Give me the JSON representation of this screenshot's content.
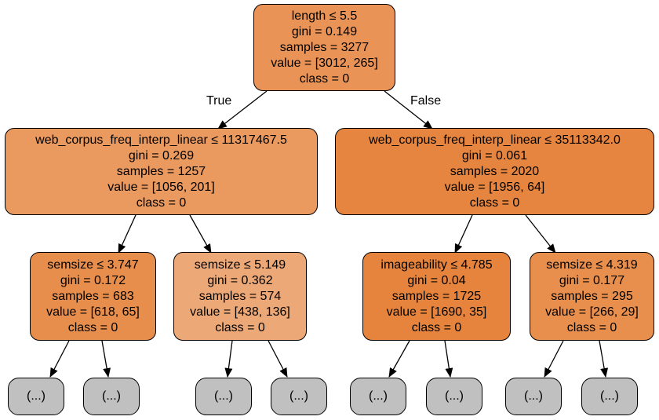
{
  "nodes": {
    "root": {
      "lines": [
        "length ≤ 5.5",
        "gini = 0.149",
        "samples = 3277",
        "value = [3012, 265]",
        "class = 0"
      ],
      "fill": "#e99356"
    },
    "left": {
      "lines": [
        "web_corpus_freq_interp_linear ≤ 11317467.5",
        "gini = 0.269",
        "samples = 1257",
        "value = [1056, 201]",
        "class = 0"
      ],
      "fill": "#ea995f"
    },
    "right": {
      "lines": [
        "web_corpus_freq_interp_linear ≤ 35113342.0",
        "gini = 0.061",
        "samples = 2020",
        "value = [1956, 64]",
        "class = 0"
      ],
      "fill": "#e6853f"
    },
    "ll": {
      "lines": [
        "semsize ≤ 3.747",
        "gini = 0.172",
        "samples = 683",
        "value = [618, 65]",
        "class = 0"
      ],
      "fill": "#e88e4d"
    },
    "lr": {
      "lines": [
        "semsize ≤ 5.149",
        "gini = 0.362",
        "samples = 574",
        "value = [438, 136]",
        "class = 0"
      ],
      "fill": "#eda877"
    },
    "rl": {
      "lines": [
        "imageability ≤ 4.785",
        "gini = 0.04",
        "samples = 1725",
        "value = [1690, 35]",
        "class = 0"
      ],
      "fill": "#e6843d"
    },
    "rr": {
      "lines": [
        "semsize ≤ 4.319",
        "gini = 0.177",
        "samples = 295",
        "value = [266, 29]",
        "class = 0"
      ],
      "fill": "#e88f4e"
    }
  },
  "truncated_label": "(...)",
  "edge_labels": {
    "true": "True",
    "false": "False"
  },
  "colors": {
    "leaf_fill": "#c0c0c0",
    "edge": "#000000"
  }
}
